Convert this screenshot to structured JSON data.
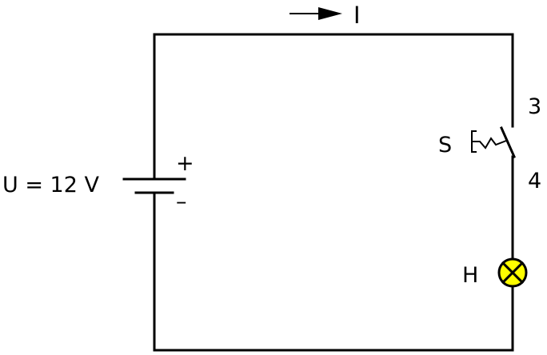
{
  "diagram": {
    "current_label": "I",
    "voltage_label": "U = 12 V",
    "plus_sign": "+",
    "minus_sign": "–",
    "switch_label": "S",
    "terminal_top": "3",
    "terminal_bottom": "4",
    "lamp_label": "H"
  },
  "colors": {
    "line": "#000000",
    "lamp_fill": "#ffff00",
    "background": "#ffffff"
  },
  "icons": {
    "current_arrow": "arrow-right-icon",
    "battery": "battery-icon",
    "switch": "push-switch-icon",
    "lamp": "lamp-icon"
  }
}
